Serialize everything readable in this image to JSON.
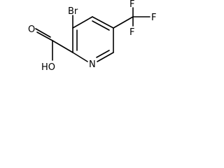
{
  "molecule": {
    "atoms": {
      "bromine": "Br",
      "hydroxyl": "HO",
      "carbonyl_oxygen": "O",
      "ring_nitrogen": "N",
      "fluorine_top": "F",
      "fluorine_right": "F",
      "fluorine_bottom": "F"
    },
    "colors": {
      "bond": "#000000",
      "label": "#000000",
      "background": "#ffffff"
    }
  }
}
